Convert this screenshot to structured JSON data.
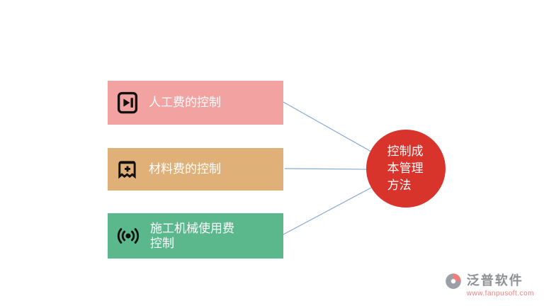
{
  "diagram": {
    "nodes": [
      {
        "label": "人工费的控制",
        "color": "#F2A3A1",
        "icon": "door-arrow-icon"
      },
      {
        "label": "材料费的控制",
        "color": "#DFB078",
        "icon": "stamp-plus-icon"
      },
      {
        "label": "施工机械使用费控制",
        "color": "#5BB88D",
        "icon": "broadcast-signal-icon"
      }
    ],
    "center": {
      "label": "控制成本管理方法",
      "color": "#D8342C"
    },
    "connector_color": "#85A9D6",
    "icon_color": "#111111"
  },
  "watermark": {
    "brand": "泛普软件",
    "url": "www.fanpusoft.com"
  }
}
